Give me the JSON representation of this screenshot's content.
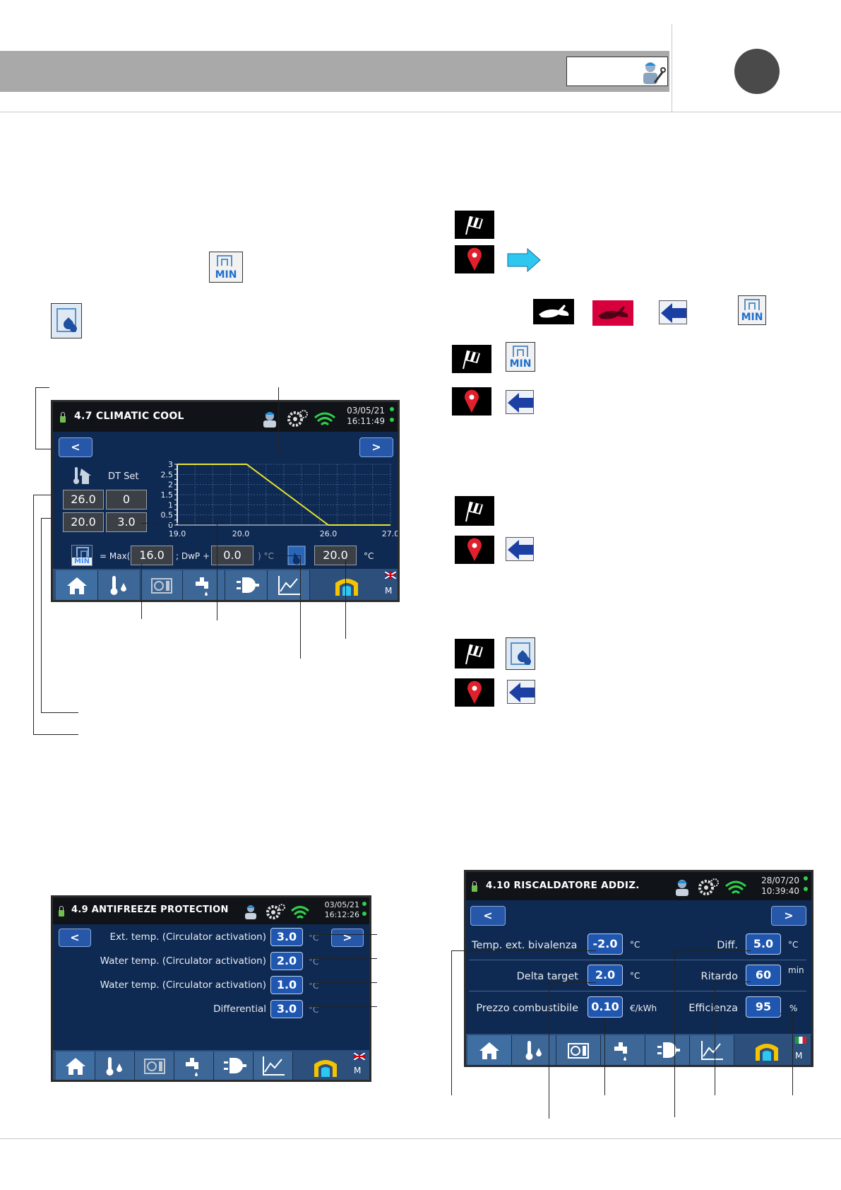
{
  "screens": {
    "climatic_cool": {
      "title": "4.7 CLIMATIC COOL",
      "date": "03/05/21",
      "time": "16:11:49",
      "prev": "<",
      "next": ">",
      "dt_set_label": "DT Set",
      "grid": [
        [
          "26.0",
          "0"
        ],
        [
          "20.0",
          "3.0"
        ]
      ],
      "formula_prefix": "= Max(",
      "max_value": "16.0",
      "dwp_label": "; DwP +",
      "dwp_value": "0.0",
      "dwp_unit": ") °C",
      "setpoint_value": "20.0",
      "setpoint_unit": "°C",
      "tab_m": "M"
    },
    "antifreeze": {
      "title": "4.9 ANTIFREEZE PROTECTION",
      "date": "03/05/21",
      "time": "16:12:26",
      "prev": "<",
      "next": ">",
      "rows": [
        {
          "label": "Ext. temp. (Circulator activation)",
          "value": "3.0",
          "unit": "°C"
        },
        {
          "label": "Water temp. (Circulator activation)",
          "value": "2.0",
          "unit": "°C"
        },
        {
          "label": "Water temp. (Circulator activation)",
          "value": "1.0",
          "unit": "°C"
        },
        {
          "label": "Differential",
          "value": "3.0",
          "unit": "°C"
        }
      ],
      "tab_m": "M"
    },
    "riscaldatore": {
      "title": "4.10 RISCALDATORE ADDIZ.",
      "date": "28/07/20",
      "time": "10:39:40",
      "prev": "<",
      "next": ">",
      "left_rows": [
        {
          "label": "Temp. ext. bivalenza",
          "value": "-2.0",
          "unit": "°C"
        },
        {
          "label": "Delta target",
          "value": "2.0",
          "unit": "°C"
        },
        {
          "label": "Prezzo combustibile",
          "value": "0.10",
          "unit": "€/kWh"
        }
      ],
      "right_rows": [
        {
          "label": "Diff.",
          "value": "5.0",
          "unit": "°C"
        },
        {
          "label": "Ritardo",
          "value": "60",
          "unit": "min"
        },
        {
          "label": "Efficienza",
          "value": "95",
          "unit": "%"
        }
      ],
      "tab_m": "M"
    }
  },
  "chart_data": {
    "type": "line",
    "x": [
      19.0,
      20.4,
      23.2,
      26.0,
      27.0
    ],
    "y": [
      3.0,
      3.0,
      1.5,
      0.0,
      0.0
    ],
    "xticks": [
      "19.0",
      "20.0",
      "26.0",
      "27.0"
    ],
    "yticks": [
      "3",
      "2.5",
      "2",
      "1.5",
      "1",
      "0.5",
      "0"
    ],
    "ylim": [
      0,
      3
    ],
    "grid": true,
    "line_color": "#e6e62a"
  },
  "icons": {
    "min_label": "MIN"
  },
  "colors": {
    "header_gray": "#a9a9a9",
    "screen_bg": "#0f2a52",
    "button_blue": "#1f56b0",
    "cyan_arrow": "#2ec7f0",
    "red_pin": "#e0202c",
    "red_rabbit_bg": "#d8003c"
  }
}
